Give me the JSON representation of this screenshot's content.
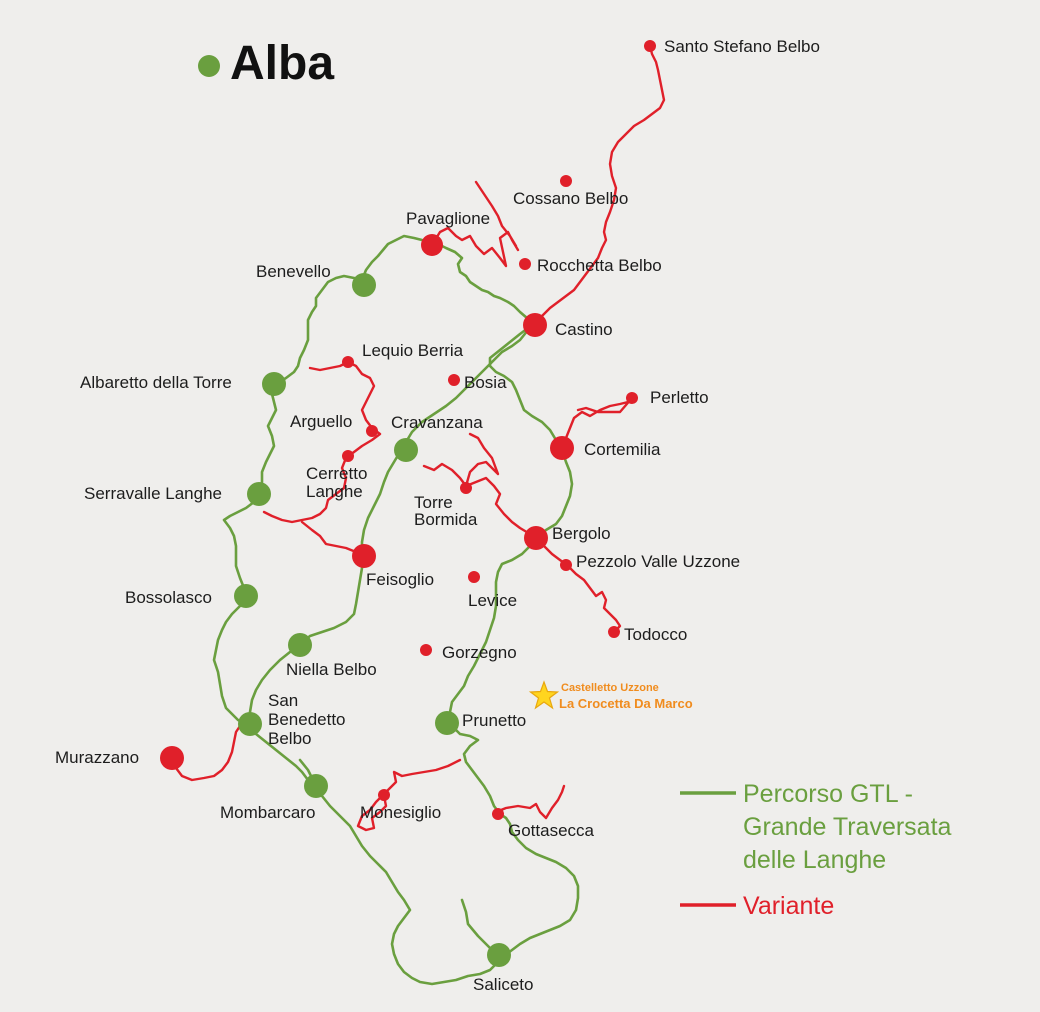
{
  "title": "Alba",
  "legend": {
    "green_line1": "Percorso GTL -",
    "green_line2": "Grande Traversata",
    "green_line3": "delle Langhe",
    "red_label": "Variante"
  },
  "poi": {
    "locality": "Castelletto Uzzone",
    "name": "La Crocetta Da Marco",
    "icon": "star-icon"
  },
  "places": {
    "santo_stefano_belbo": "Santo Stefano Belbo",
    "cossano_belbo": "Cossano Belbo",
    "pavaglione": "Pavaglione",
    "rocchetta_belbo": "Rocchetta Belbo",
    "benevello": "Benevello",
    "castino": "Castino",
    "lequio_berria": "Lequio Berria",
    "bosia": "Bosia",
    "perletto": "Perletto",
    "albaretto": "Albaretto della Torre",
    "arguello": "Arguello",
    "cravanzana": "Cravanzana",
    "cortemilia": "Cortemilia",
    "cerretto_1": "Cerretto",
    "cerretto_2": "Langhe",
    "serravalle": "Serravalle Langhe",
    "torre_1": "Torre",
    "torre_2": "Bormida",
    "bergolo": "Bergolo",
    "pezzolo": "Pezzolo Valle Uzzone",
    "feisoglio": "Feisoglio",
    "levice": "Levice",
    "bossolasco": "Bossolasco",
    "todocco": "Todocco",
    "gorzegno": "Gorzegno",
    "niella": "Niella Belbo",
    "san_benedetto_1": "San",
    "san_benedetto_2": "Benedetto",
    "san_benedetto_3": "Belbo",
    "prunetto": "Prunetto",
    "murazzano": "Murazzano",
    "mombarcaro": "Mombarcaro",
    "monesiglio": "Monesiglio",
    "gottasecca": "Gottasecca",
    "saliceto": "Saliceto"
  },
  "colors": {
    "route_green": "#6a9f3f",
    "route_red": "#e0202a",
    "poi_orange": "#f08c1e",
    "background": "#efeeec"
  }
}
